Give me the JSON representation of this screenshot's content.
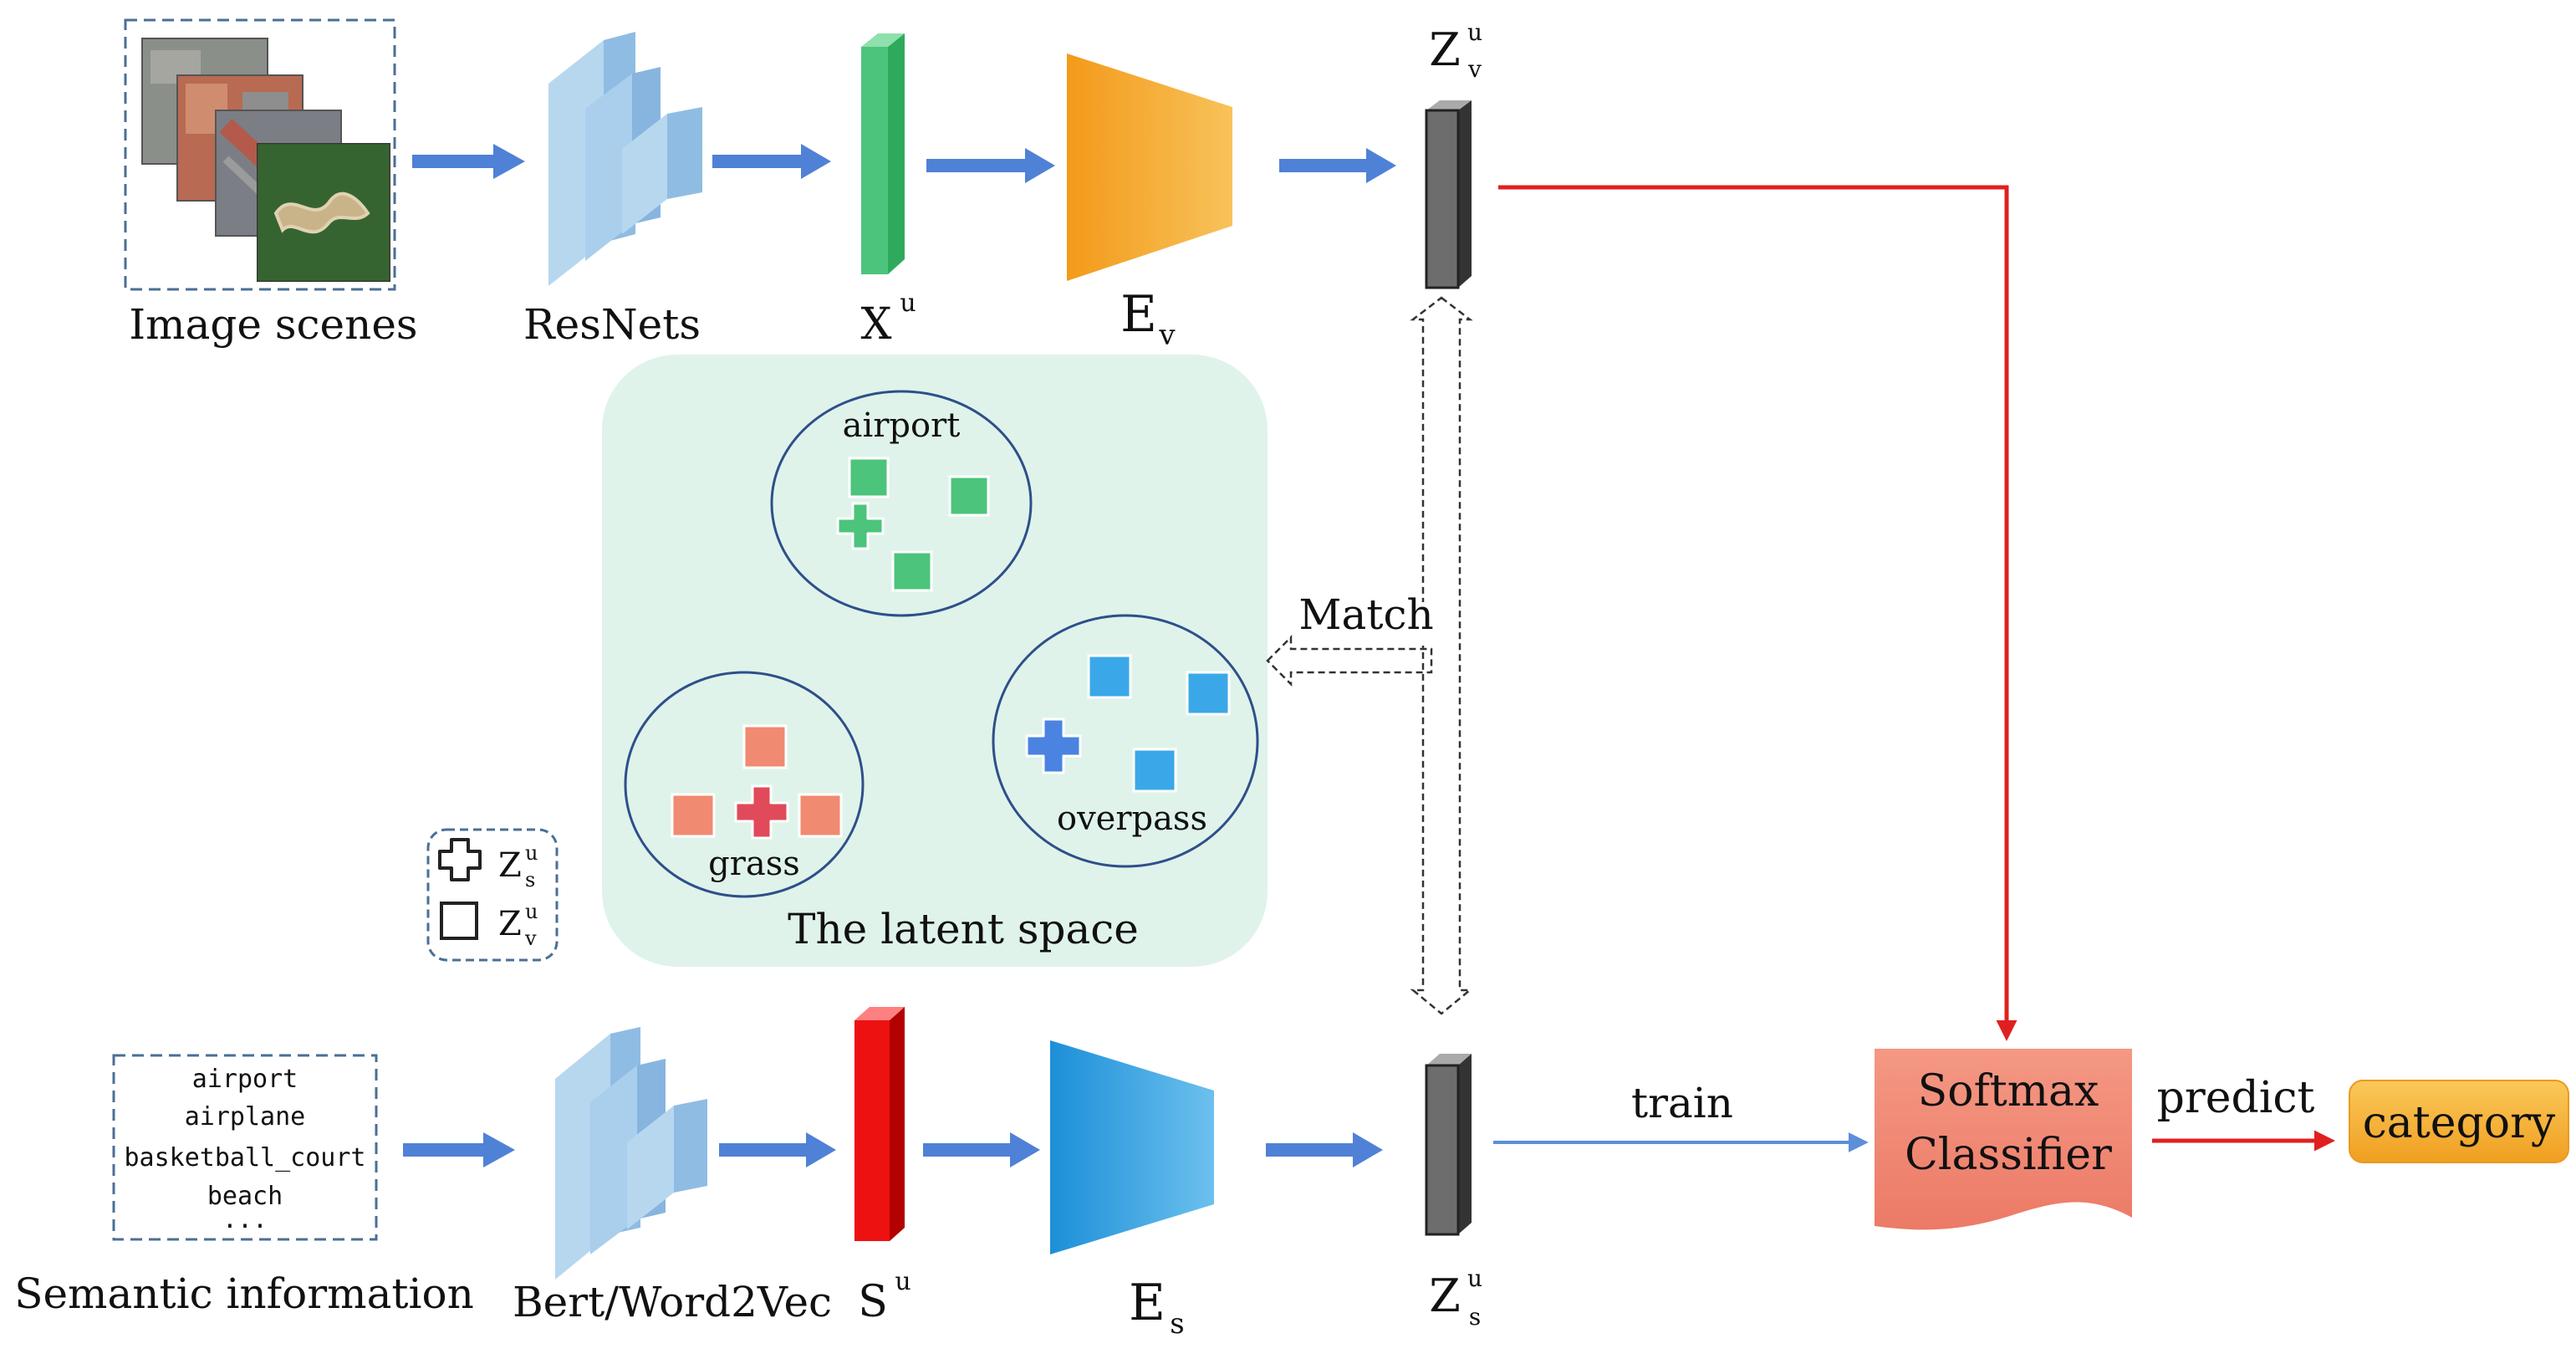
{
  "labels": {
    "image_scenes": "Image scenes",
    "resnets": "ResNets",
    "x_base": "X",
    "x_sup": "u",
    "ev_base": "E",
    "ev_sub": "v",
    "zv_base": "Z",
    "zv_sup": "u",
    "zv_sub": "v",
    "semantic_information": "Semantic information",
    "bert": "Bert/Word2Vec",
    "s_base": "S",
    "s_sup": "u",
    "es_base": "E",
    "es_sub": "s",
    "zs_base": "Z",
    "zs_sup": "u",
    "zs_sub": "s",
    "match": "Match",
    "train": "train",
    "predict": "predict",
    "softmax_line1": "Softmax",
    "softmax_line2": "Classifier",
    "category": "category",
    "latent_space": "The latent space"
  },
  "clusters": {
    "airport": "airport",
    "grass": "grass",
    "overpass": "overpass"
  },
  "semantic_words": [
    "airport",
    "airplane",
    "basketball_court",
    "beach",
    "..."
  ],
  "legend": {
    "zs_base": "Z",
    "zs_sup": "u",
    "zs_sub": "s",
    "zv_base": "Z",
    "zv_sup": "u",
    "zv_sub": "v"
  },
  "colors": {
    "blue_arrow": "#4f81d6",
    "red_arrow": "#e02020",
    "x_green": "#4cc47c",
    "ev_orange": "#f5a623",
    "s_red": "#ee1111",
    "es_blue": "#2b9ee0",
    "latent_bg": "#dff3eb",
    "softmax": "#f08a76",
    "category": "#f6b33c"
  }
}
